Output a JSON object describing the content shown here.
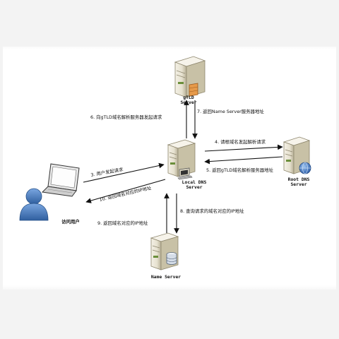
{
  "nodes": {
    "gtld": {
      "line1": "gTLD",
      "line2": "Server"
    },
    "local": {
      "line1": "Local DNS",
      "line2": "Server"
    },
    "root": {
      "line1": "Root DNS",
      "line2": "Server"
    },
    "name": {
      "label": "Name Server"
    },
    "user": {
      "label": "访问用户"
    }
  },
  "edges": {
    "step3": "3. 用户发起请求",
    "step4": "4. 请根域名发起解析请求",
    "step5": "5. 返回gTLD域名解析服务器地址",
    "step6": "6. 向gTLD域名解析服务器发起请求",
    "step7": "7. 返回Name Server服务器地址",
    "step8": "8. 查询请求的域名对应的IP地址",
    "step9": "9. 返回域名对应的IP地址",
    "step10": "10. 返回域名对应的IP地址"
  },
  "colors": {
    "server_body": "#e6e1cf",
    "server_shade": "#bdb59a",
    "user_icon": "#4d7fc4",
    "firewall": "#e69a4a",
    "globe": "#3f6fb8"
  },
  "icons": {
    "gtld": "server-icon",
    "local": "server-icon",
    "root": "server-icon",
    "name": "server-icon",
    "firewall": "firewall-icon",
    "globe": "globe-icon",
    "database": "database-icon",
    "laptop": "laptop-icon",
    "user": "user-icon"
  }
}
